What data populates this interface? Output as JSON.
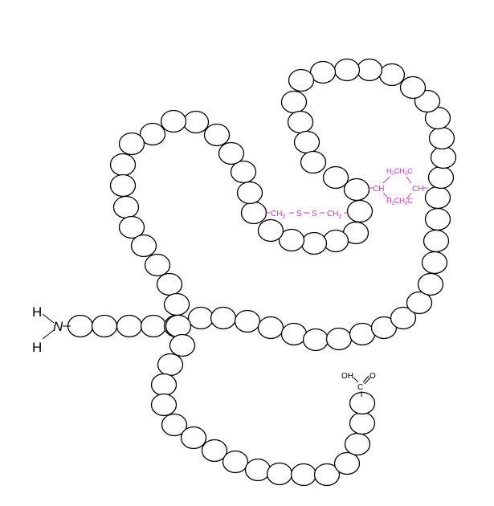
{
  "diagram": {
    "n_terminus": {
      "h_top": "H",
      "n": "N",
      "h_bottom": "H"
    },
    "c_terminus": {
      "oh": "OH",
      "c": "C",
      "o": "O"
    },
    "disulfide": {
      "ch2_left": "CH",
      "s1": "S",
      "s2": "S",
      "ch2_right": "CH",
      "sub": "2"
    },
    "hydrophobic": {
      "ch_left": "CH",
      "ch_right": "CH",
      "group_top": "H3CH3C",
      "group_bottom": "H3CH3C"
    },
    "colors": {
      "chain": "#000000",
      "bond": "#cc33cc"
    }
  }
}
